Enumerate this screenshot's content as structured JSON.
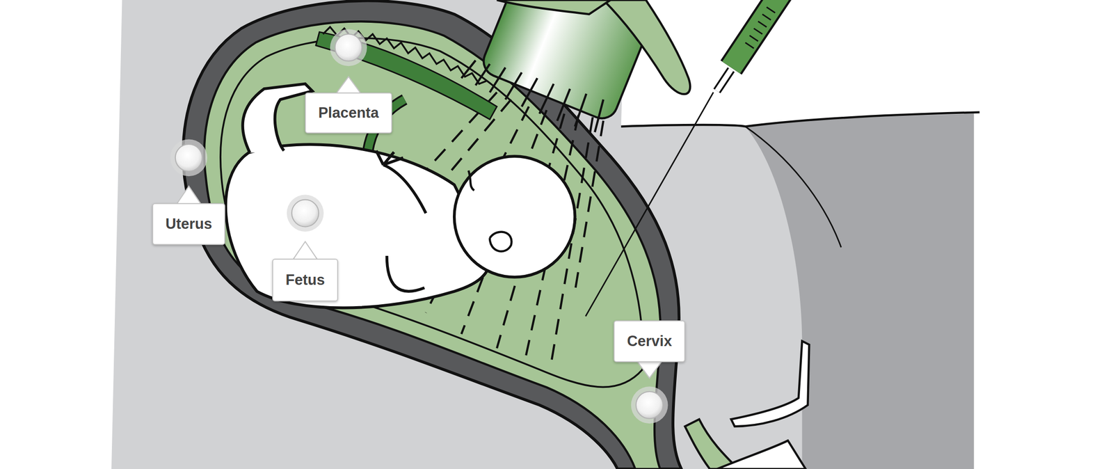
{
  "diagram": {
    "nodes": [
      {
        "text": [
          "Placenta"
        ]
      },
      {
        "text": [
          "Uterus"
        ]
      },
      {
        "text": [
          "Fetus"
        ]
      },
      {
        "text": [
          "Cervix"
        ]
      }
    ]
  }
}
